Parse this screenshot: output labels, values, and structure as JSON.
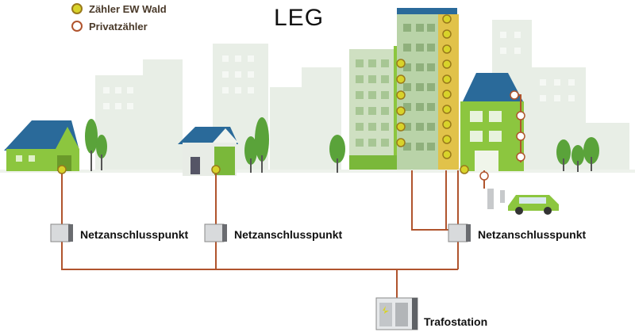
{
  "title": "LEG",
  "legend": [
    {
      "label": "Zähler EW Wald",
      "type": "ew"
    },
    {
      "label": "Privatzähler",
      "type": "private"
    }
  ],
  "connection_points": [
    {
      "label": "Netzanschlusspunkt"
    },
    {
      "label": "Netzanschlusspunkt"
    },
    {
      "label": "Netzanschlusspunkt"
    }
  ],
  "transformer": {
    "label": "Trafostation"
  },
  "colors": {
    "cable": "#b0542d",
    "meter_ew_fill": "#d8d32a",
    "meter_ew_ring": "#9a7a1c",
    "meter_private_fill": "#ffffff",
    "green": "#7ab83a",
    "solar_panel": "#2a6a9a",
    "background_city": "#e6ede3"
  }
}
